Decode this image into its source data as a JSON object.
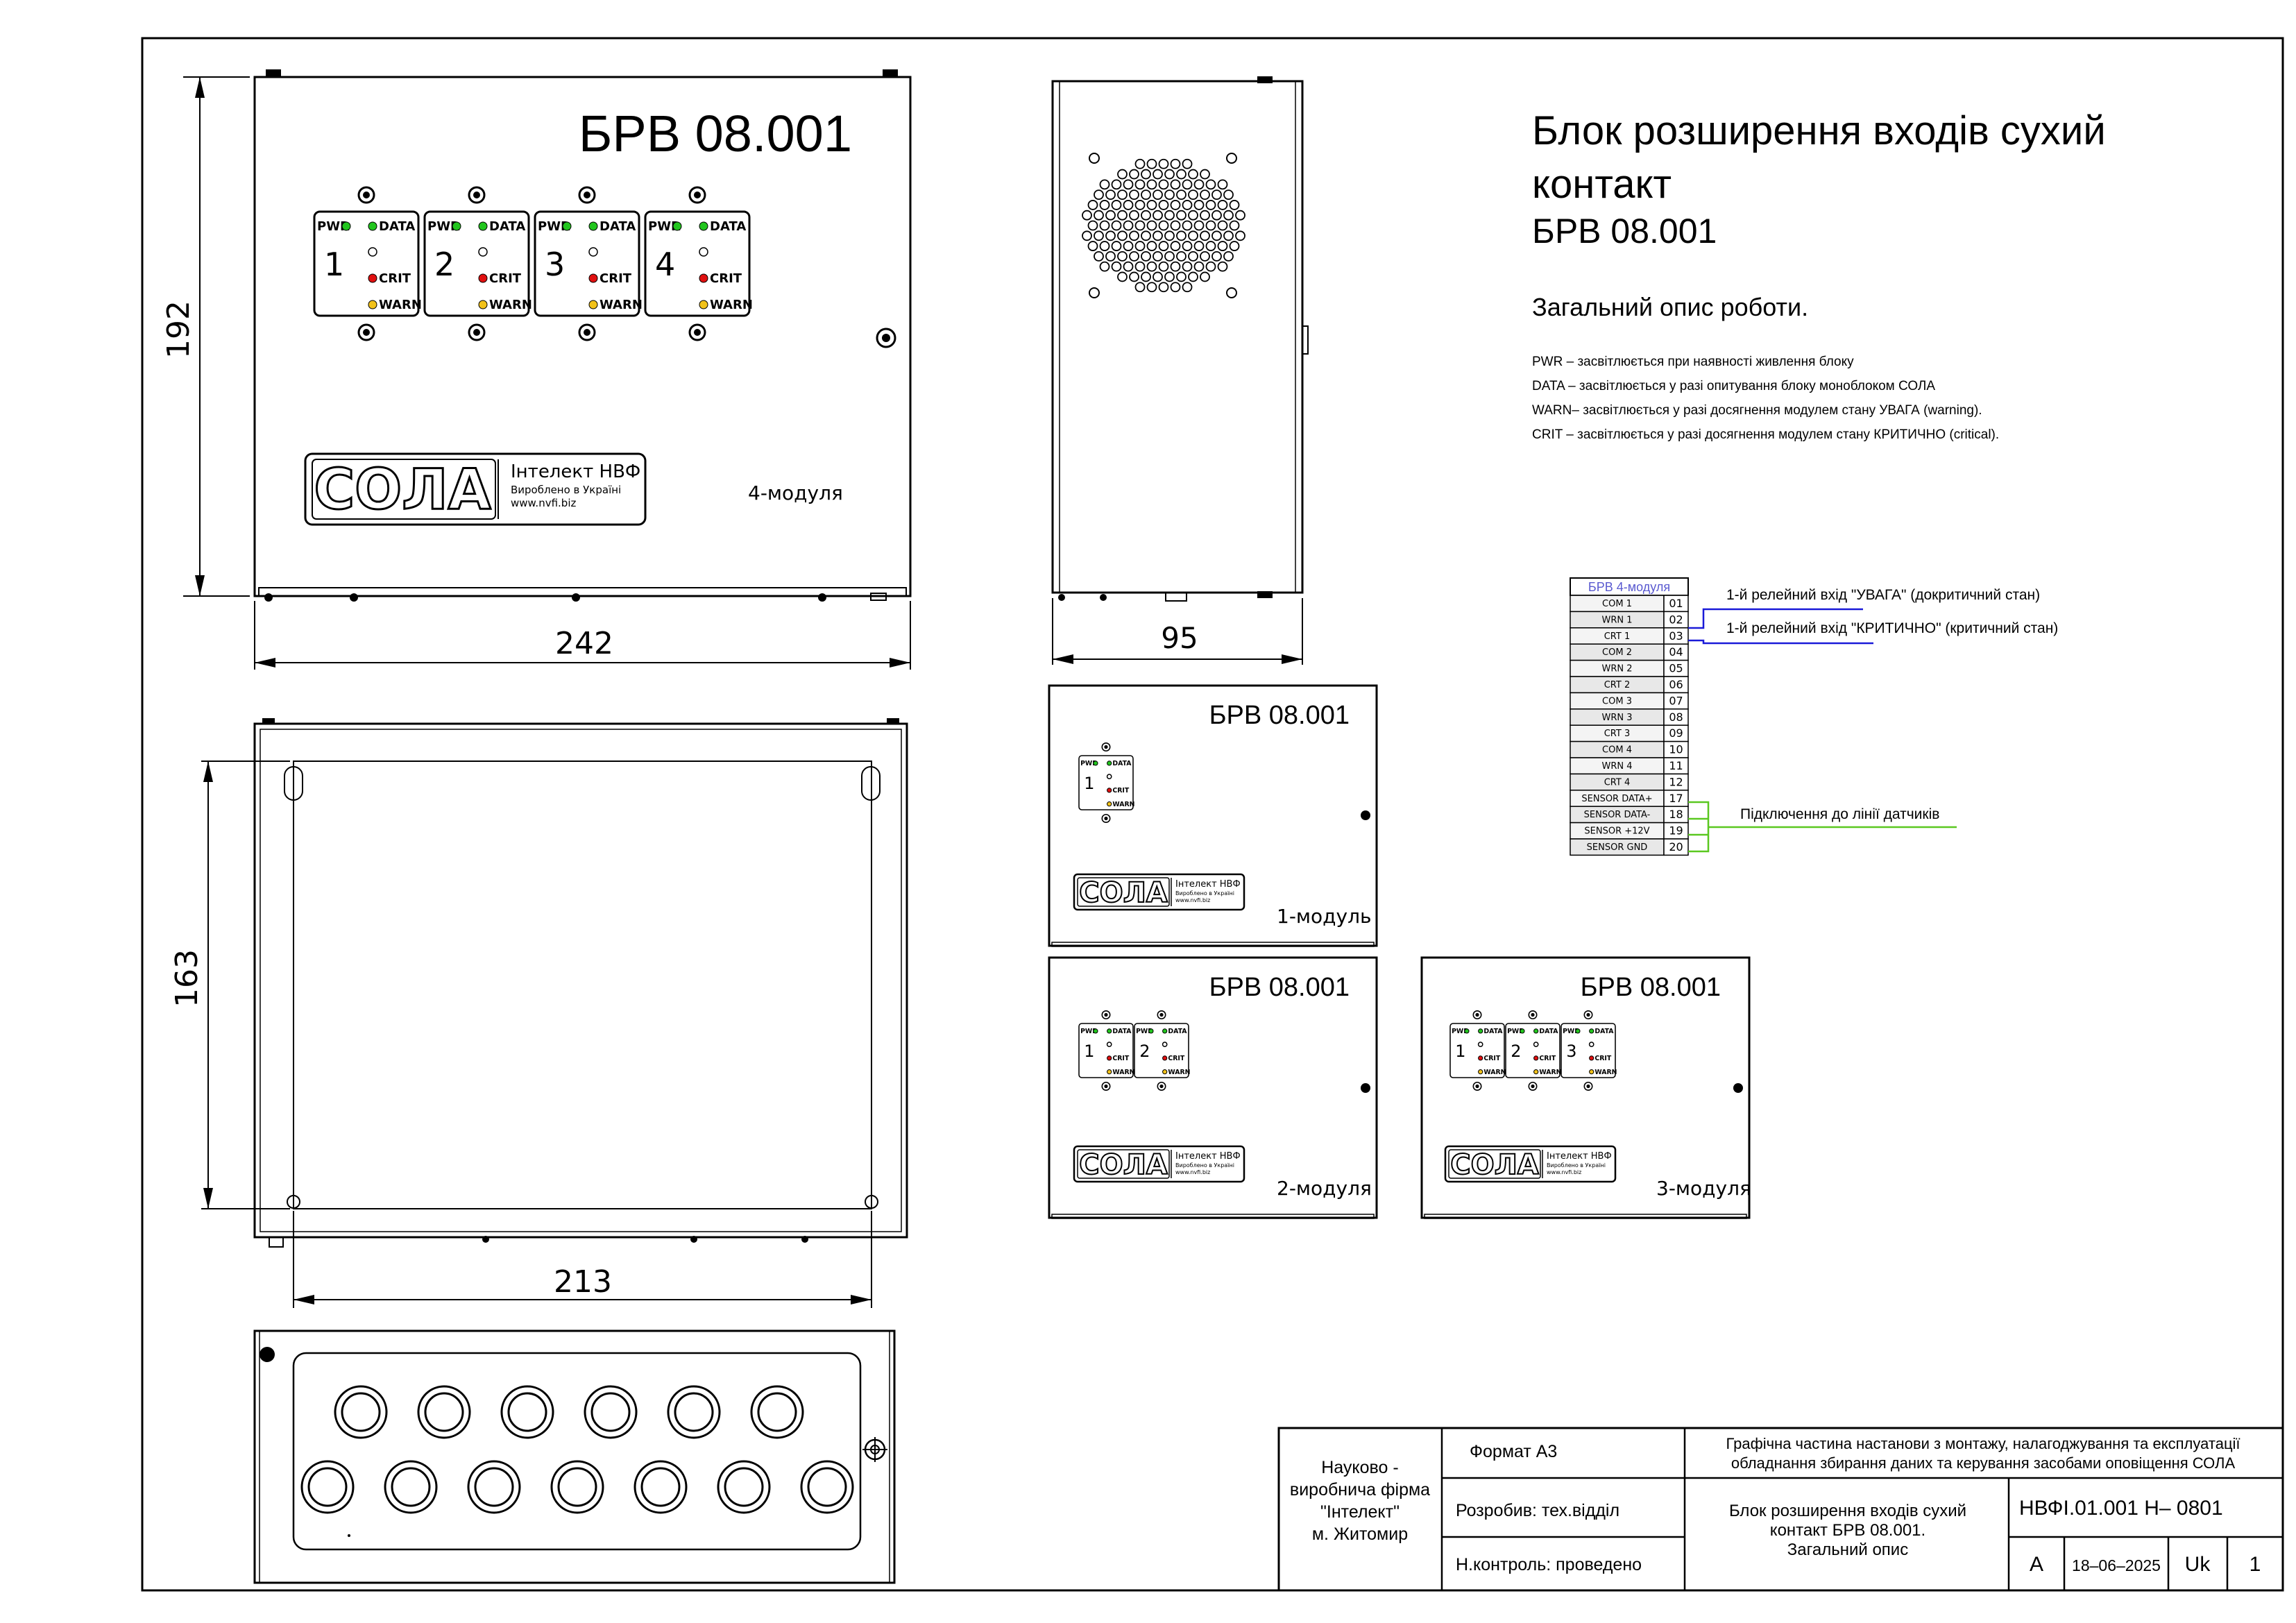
{
  "main_front": {
    "model": "БРВ 08.001",
    "variant": "4-модуля",
    "dims": {
      "height": "192",
      "width": "242"
    },
    "logo": {
      "brand": "СОЛА",
      "company": "Інтелект НВФ",
      "made_in": "Вироблено в Україні",
      "site": "www.nvfi.biz"
    },
    "modules": [
      "1",
      "2",
      "3",
      "4"
    ]
  },
  "led_labels": {
    "pwr": "PWR",
    "data": "DATA",
    "crit": "CRIT",
    "warn": "WARN"
  },
  "side_view": {
    "width": "95"
  },
  "back_view": {
    "height": "163",
    "width": "213"
  },
  "small_1": {
    "model": "БРВ 08.001",
    "variant": "1-модуль"
  },
  "small_2": {
    "model": "БРВ 08.001",
    "variant": "2-модуля"
  },
  "small_3": {
    "model": "БРВ 08.001",
    "variant": "3-модуля"
  },
  "description": {
    "title_line1": "Блок розширення входів сухий",
    "title_line2": "контакт",
    "title_model": "БРВ 08.001",
    "subtitle": "Загальний опис роботи.",
    "lines": [
      "PWR –  засвітлюється  при наявності живлення блоку",
      "DATA –  засвітлюється  у разі опитування блоку моноблоком СОЛА",
      "WARN– засвітлюється у разі досягнення модулем стану УВАГА (warning).",
      "CRIT – засвітлюється у разі досягнення модулем стану КРИТИЧНО (critical)."
    ]
  },
  "terminal": {
    "header": "БРВ 4-модуля",
    "rows": [
      {
        "name": "COM 1",
        "num": "01"
      },
      {
        "name": "WRN 1",
        "num": "02"
      },
      {
        "name": "CRT 1",
        "num": "03"
      },
      {
        "name": "COM 2",
        "num": "04"
      },
      {
        "name": "WRN 2",
        "num": "05"
      },
      {
        "name": "CRT 2",
        "num": "06"
      },
      {
        "name": "COM 3",
        "num": "07"
      },
      {
        "name": "WRN 3",
        "num": "08"
      },
      {
        "name": "CRT 3",
        "num": "09"
      },
      {
        "name": "COM 4",
        "num": "10"
      },
      {
        "name": "WRN 4",
        "num": "11"
      },
      {
        "name": "CRT 4",
        "num": "12"
      },
      {
        "name": "SENSOR  DATA+",
        "num": "17"
      },
      {
        "name": "SENSOR  DATA-",
        "num": "18"
      },
      {
        "name": "SENSOR +12V",
        "num": "19"
      },
      {
        "name": "SENSOR GND",
        "num": "20"
      }
    ],
    "note_warn": "1-й релейний вхід \"УВАГА\" (докритичний стан)",
    "note_crit": "1-й релейний вхід \"КРИТИЧНО\" (критичний стан)",
    "note_sensor": "Підключення до лінії датчиків"
  },
  "title_block": {
    "org_line1": "Науково -",
    "org_line2": "виробнича фірма",
    "org_line3": "\"Інтелект\"",
    "org_line4": "м. Житомир",
    "format": "Формат А3",
    "developer": "Розробив: тех.відділ",
    "control": "Н.контроль: проведено",
    "header_line1": "Графічна частина настанови з монтажу, налагоджування та експлуатації",
    "header_line2": "обладнання збирання даних та керування засобами оповіщення СОЛА",
    "doc_line1": "Блок розширення входів сухий",
    "doc_line2": "контакт БРВ 08.001.",
    "doc_line3": "Загальний опис",
    "code": "НВФІ.01.001 Н–  0801",
    "letter": "А",
    "date": "18–06–2025",
    "lang": "Uk",
    "sheet": "1"
  },
  "colors": {
    "line": "#000000",
    "led_green": "#22c51e",
    "led_red": "#e01010",
    "led_yellow": "#f2c21a",
    "wire_blue": "#1a1ad8",
    "wire_green": "#5ac820",
    "terminal_header": "#5a5ad0"
  }
}
